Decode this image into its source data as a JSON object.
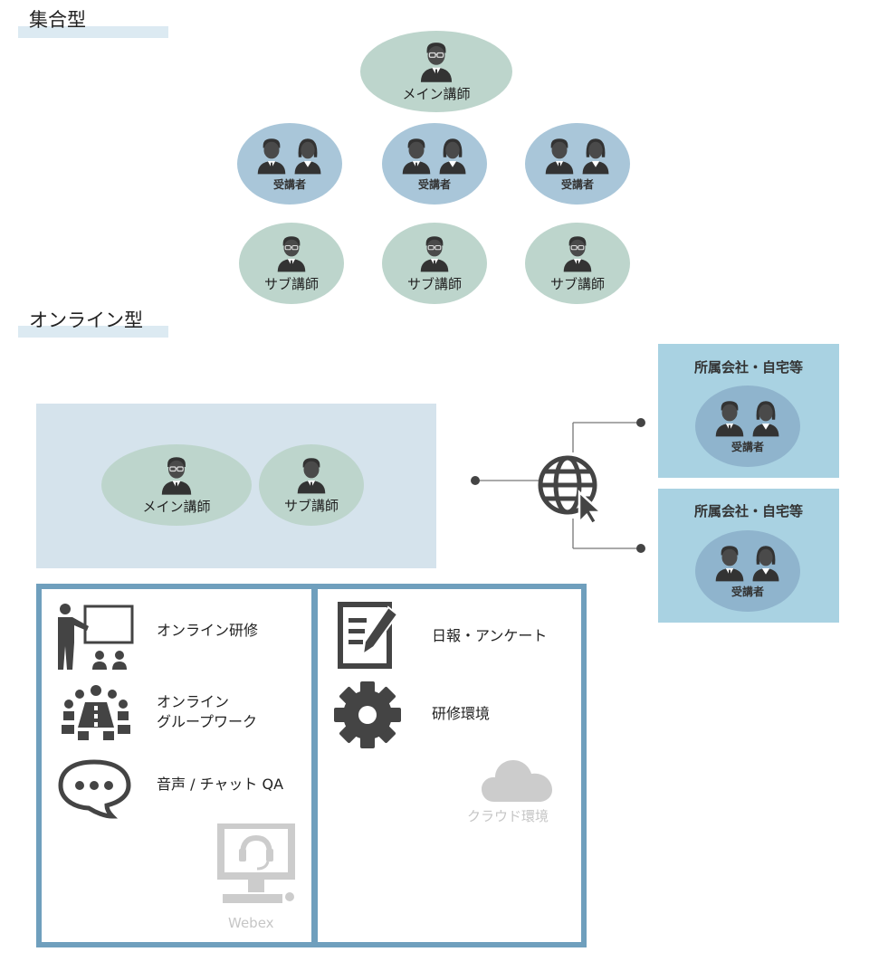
{
  "sections": {
    "group": {
      "title": "集合型"
    },
    "online": {
      "title": "オンライン型"
    }
  },
  "group_type": {
    "main_instructor": "メイン講師",
    "trainee_label": "受講者",
    "sub_instructor": "サブ講師"
  },
  "online_type": {
    "main_instructor": "メイン講師",
    "sub_instructor": "サブ講師",
    "remote_panels": [
      {
        "title": "所属会社・自宅等",
        "trainee_label": "受講者"
      },
      {
        "title": "所属会社・自宅等",
        "trainee_label": "受講者"
      }
    ]
  },
  "tools": {
    "left": {
      "online_training": "オンライン研修",
      "online_group_work_line1": "オンライン",
      "online_group_work_line2": "グループワーク",
      "voice_chat_qa": "音声 / チャット QA",
      "webex": "Webex"
    },
    "right": {
      "report_survey": "日報・アンケート",
      "training_env": "研修環境",
      "cloud_env": "クラウド環境"
    }
  },
  "colors": {
    "green_ellipse": "#bdd5cc",
    "blue_ellipse": "#a9c6d9",
    "panel_blue": "#a9d2e2",
    "online_box": "#d5e3ec",
    "frame_border": "#6f9fbd",
    "icon_dark": "#444444"
  }
}
